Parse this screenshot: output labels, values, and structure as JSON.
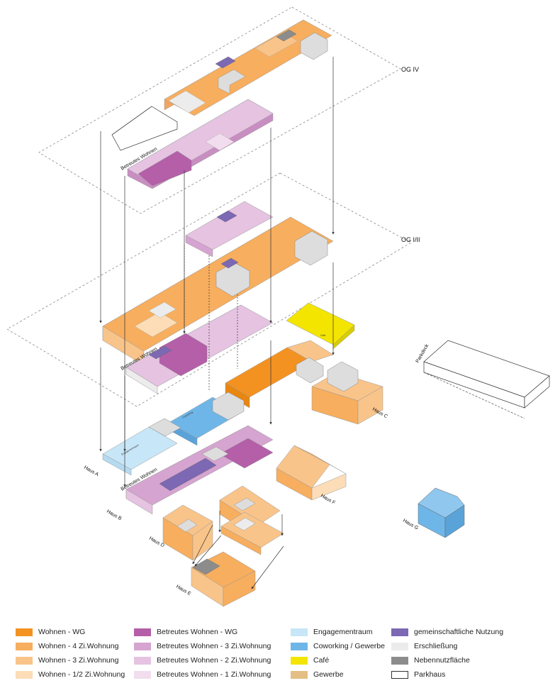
{
  "levels": {
    "og4": "OG IV",
    "og12": "OG I/II"
  },
  "houses": {
    "a": "Haus A",
    "b": "Haus B",
    "c": "Haus C",
    "d": "Haus D",
    "e": "Haus E",
    "f": "Haus F",
    "g": "Haus G"
  },
  "labels": {
    "betreutes_top": "Betreutes Wohnen",
    "betreutes_mid": "Betreutes Wohnen",
    "betreutes_low": "Betreutes Wohnen",
    "parkdeck": "Parkdeck",
    "coworking": "Coworking",
    "engagement": "Engagementraum",
    "cafe": "Café"
  },
  "legend": [
    {
      "label": "Wohnen - WG",
      "color": "#F39221"
    },
    {
      "label": "Wohnen - 4 Zi.Wohnung",
      "color": "#F7AE5E"
    },
    {
      "label": "Wohnen - 3 Zi.Wohnung",
      "color": "#F9C48A"
    },
    {
      "label": "Wohnen - 1/2 Zi.Wohnung",
      "color": "#FCDDB7"
    },
    {
      "label": "Betreutes Wohnen - WG",
      "color": "#B45FA8"
    },
    {
      "label": "Betreutes Wohnen - 3 Zi.Wohnung",
      "color": "#D6A4D0"
    },
    {
      "label": "Betreutes Wohnen - 2 Zi.Wohnung",
      "color": "#E5C3E1"
    },
    {
      "label": "Betreutes Wohnen - 1 Zi.Wohnung",
      "color": "#F1DDEE"
    },
    {
      "label": "Engagementraum",
      "color": "#C7E6F7"
    },
    {
      "label": "Coworking / Gewerbe",
      "color": "#6FB6E8"
    },
    {
      "label": "Café",
      "color": "#F3E500"
    },
    {
      "label": "Gewerbe",
      "color": "#E4BE85"
    },
    {
      "label": "gemeinschaftliche Nutzung",
      "color": "#7C68B3"
    },
    {
      "label": "Erschließung",
      "color": "#ECECEC"
    },
    {
      "label": "Nebennutzfläche",
      "color": "#8C8C8C"
    },
    {
      "label": "Parkhaus",
      "color": "#FFFFFF"
    }
  ]
}
